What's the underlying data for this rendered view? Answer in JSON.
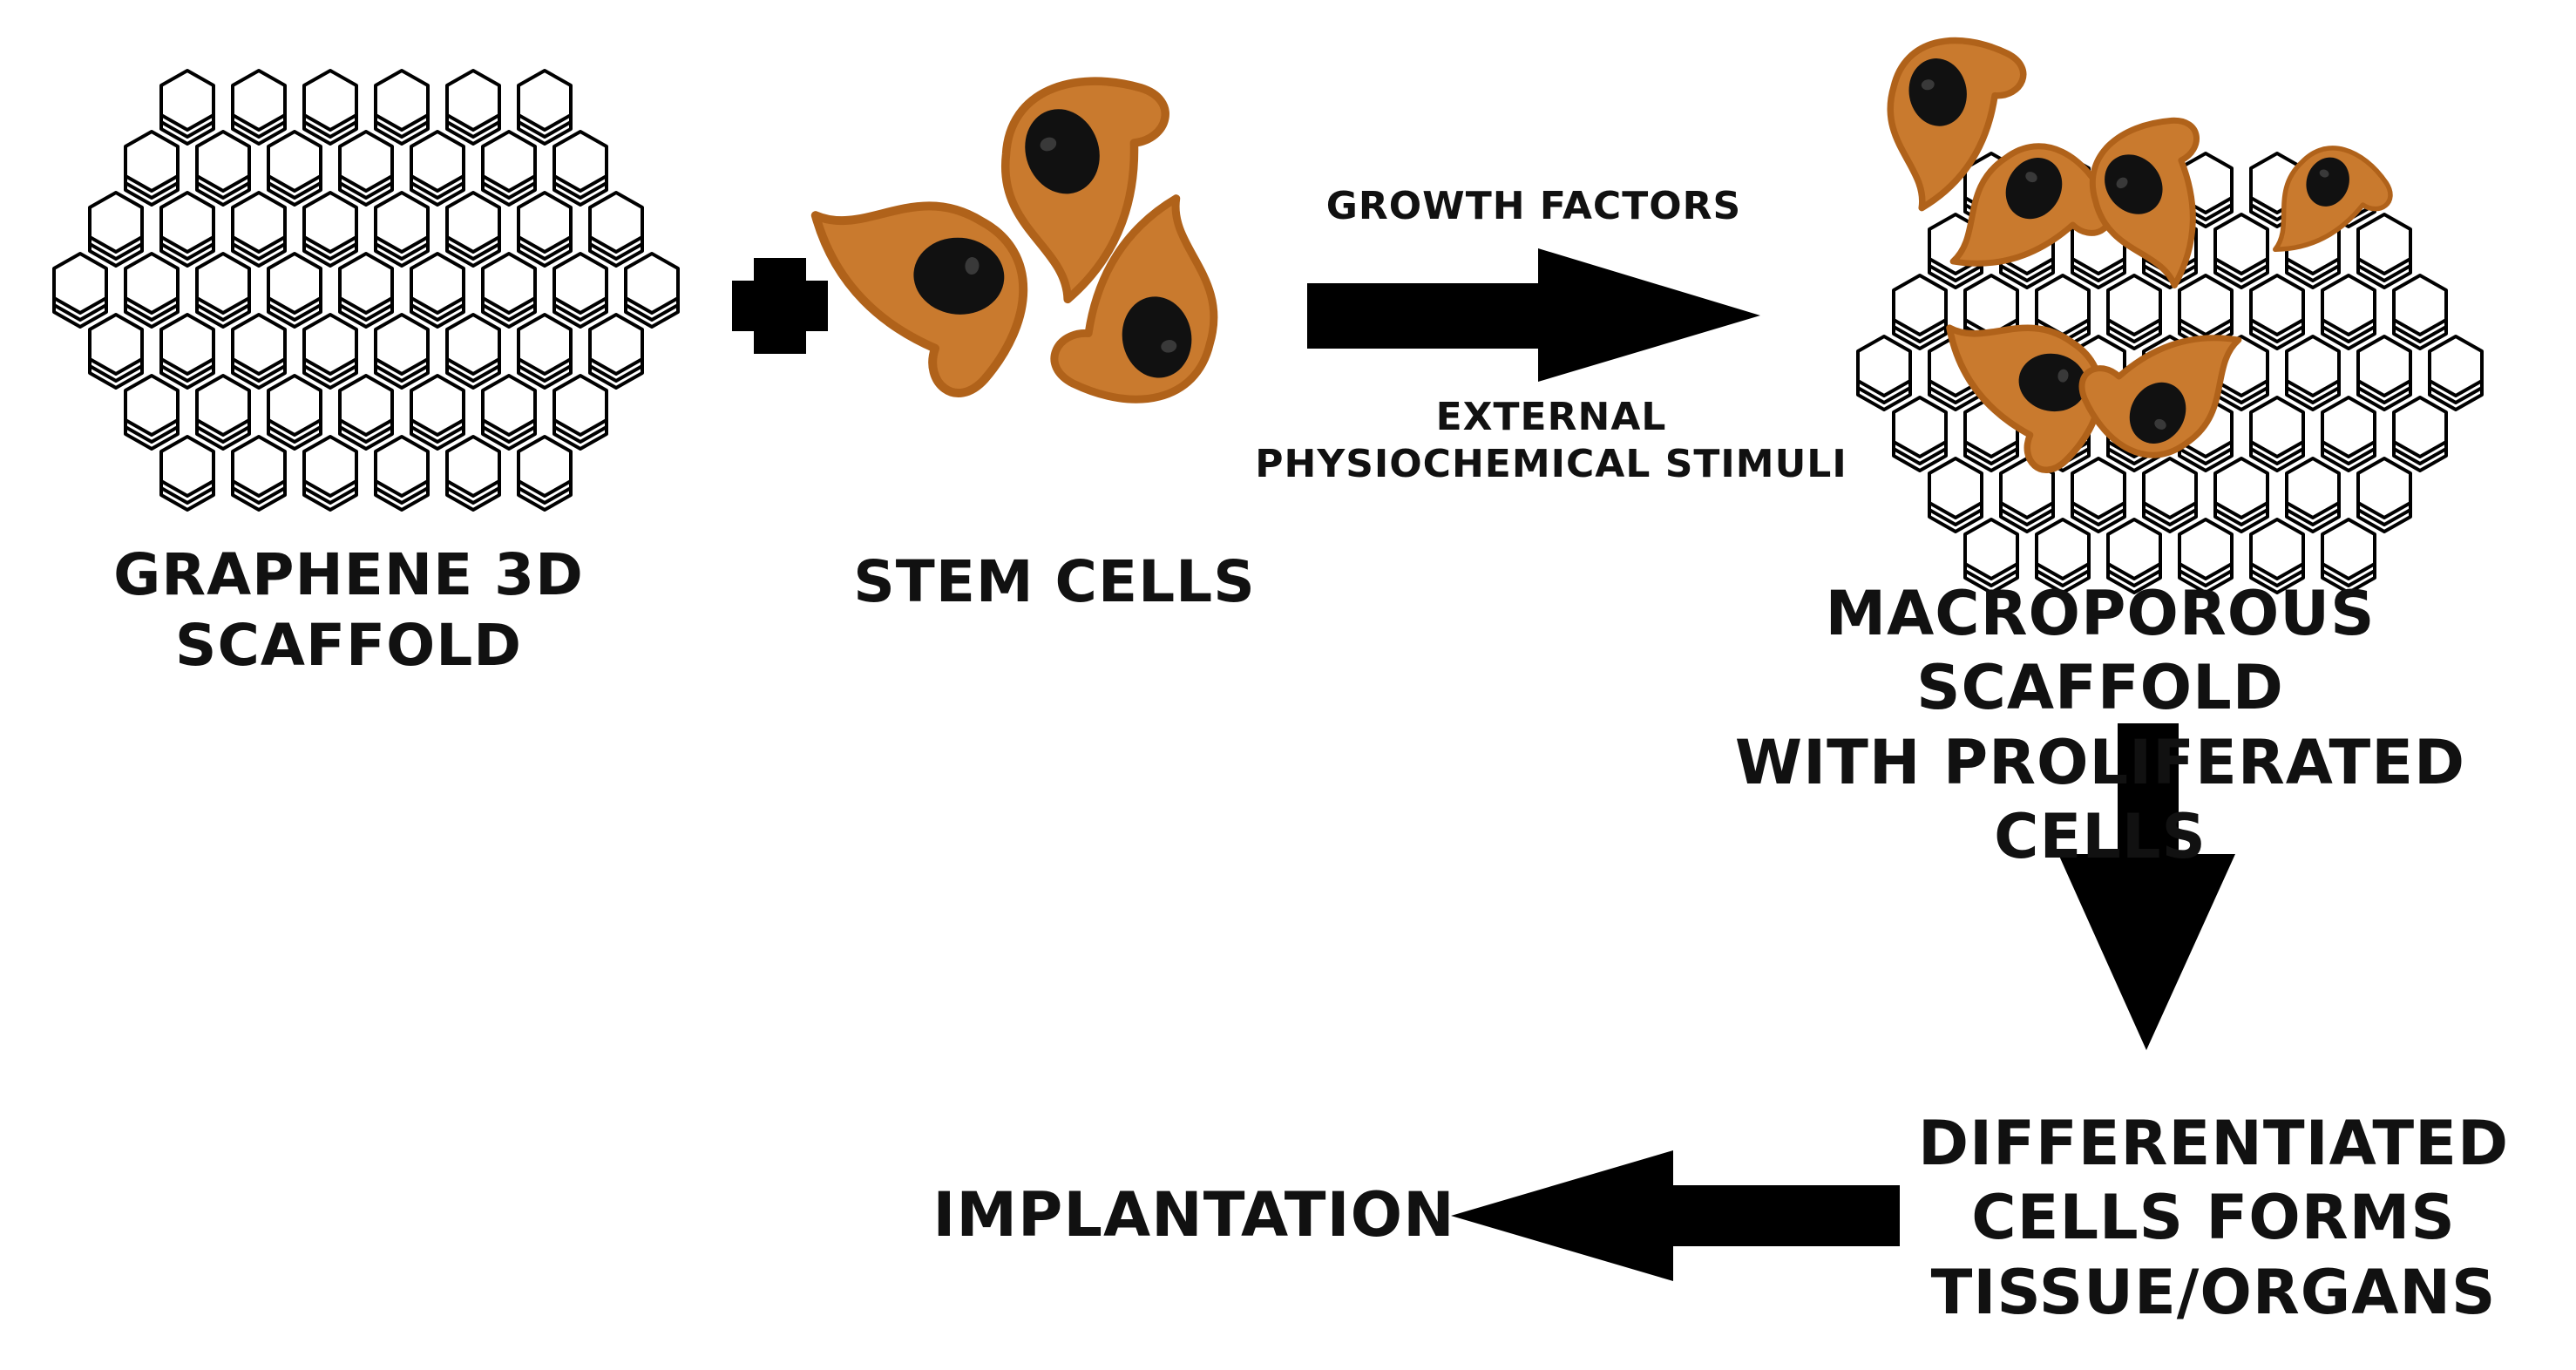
{
  "steps": {
    "scaffold": {
      "line1": "GRAPHENE 3D",
      "line2": "SCAFFOLD"
    },
    "stem_cells": {
      "label": "STEM CELLS"
    },
    "stimuli": {
      "top": "GROWTH FACTORS",
      "bottom_line1": "EXTERNAL",
      "bottom_line2": "PHYSIOCHEMICAL STIMULI"
    },
    "macroporous": {
      "line1": "MACROPOROUS SCAFFOLD",
      "line2": "WITH PROLIFERATED CELLS"
    },
    "differentiated": {
      "line1": "DIFFERENTIATED",
      "line2": "CELLS FORMS",
      "line3": "TISSUE/ORGANS"
    },
    "implantation": {
      "label": "IMPLANTATION"
    }
  },
  "colors": {
    "cell_body": "#C97A2E",
    "cell_outline": "#B0621A",
    "nucleus": "#111111",
    "ink": "#000000"
  },
  "icons": [
    "graphene-lattice-icon",
    "plus-icon",
    "stem-cell-icon",
    "right-arrow-icon",
    "down-arrow-icon",
    "left-arrow-icon"
  ]
}
